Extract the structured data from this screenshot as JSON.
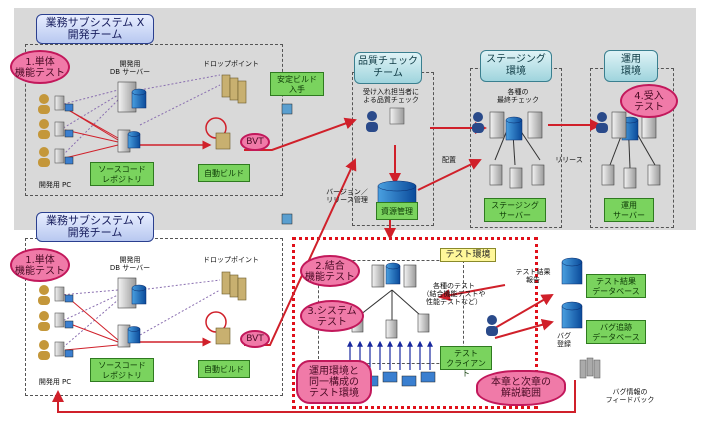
{
  "team_x": {
    "title_line1": "業務サブシステム X",
    "title_line2": "開発チーム"
  },
  "team_y": {
    "title_line1": "業務サブシステム Y",
    "title_line2": "開発チーム"
  },
  "unit_test_x": {
    "line1": "1.単体",
    "line2": "機能テスト"
  },
  "unit_test_y": {
    "line1": "1.単体",
    "line2": "機能テスト"
  },
  "labels": {
    "dev_db_line1": "開発用",
    "dev_db_line2": "DB サーバー",
    "drop_point": "ドロップポイント",
    "dev_pc": "開発用 PC",
    "source_repo_line1": "ソースコード",
    "source_repo_line2": "レポジトリ",
    "auto_build": "自動ビルド",
    "bvt": "BVT",
    "stable_build_line1": "安定ビルド",
    "stable_build_line2": "入手",
    "qc_team_line1": "品質チェック",
    "qc_team_line2": "チーム",
    "qc_desc_line1": "受け入れ担当者に",
    "qc_desc_line2": "よる品質チェック",
    "staging_line1": "ステージング",
    "staging_line2": "環境",
    "final_check_line1": "各種の",
    "final_check_line2": "最終チェック",
    "ops_line1": "運用",
    "ops_line2": "環境",
    "acceptance_line1": "4.受入",
    "acceptance_line2": "テスト",
    "deploy": "配置",
    "release": "リリース",
    "version_mgmt_line1": "バージョン／",
    "version_mgmt_line2": "リリース管理",
    "resource_mgmt": "資源管理",
    "staging_server_line1": "ステージング",
    "staging_server_line2": "サーバー",
    "ops_server_line1": "運用",
    "ops_server_line2": "サーバー",
    "test_env": "テスト環境",
    "integration_line1": "2.結合",
    "integration_line2": "機能テスト",
    "system_line1": "3.システム",
    "system_line2": "テスト",
    "various_tests_line1": "各種のテスト",
    "various_tests_line2": "（結合機能テストや",
    "various_tests_line3": "性能テストなど）",
    "test_result_report_line1": "テスト結果",
    "test_result_report_line2": "報告",
    "test_result_db_line1": "テスト結果",
    "test_result_db_line2": "データベース",
    "bug_register_line1": "バグ",
    "bug_register_line2": "登録",
    "bug_db_line1": "バグ追跡",
    "bug_db_line2": "データベース",
    "test_client_line1": "テスト",
    "test_client_line2": "クライアント",
    "same_env_line1": "運用環境と",
    "same_env_line2": "同一構成の",
    "same_env_line3": "テスト環境",
    "scope_line1": "本章と次章の",
    "scope_line2": "解説範囲",
    "feedback_line1": "バグ情報の",
    "feedback_line2": "フィードバック"
  },
  "colors": {
    "arrow": "#d0202a",
    "dashed_red": "#e0101a",
    "blue_arrow": "#1a2a9f",
    "gray_bg": "#d9d9d9"
  }
}
